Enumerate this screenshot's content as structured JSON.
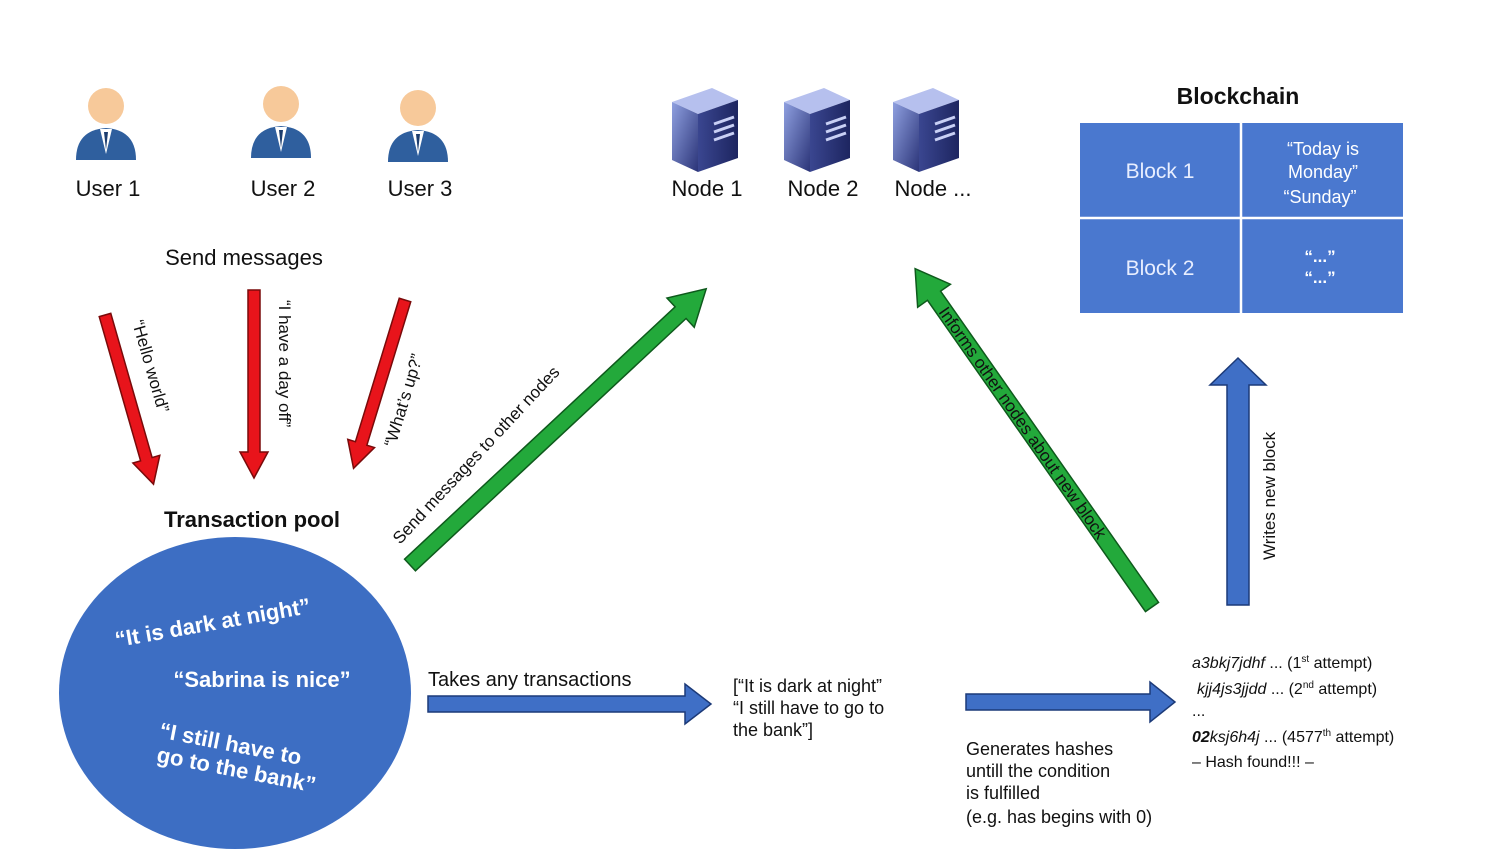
{
  "users": [
    {
      "label": "User 1"
    },
    {
      "label": "User 2"
    },
    {
      "label": "User 3"
    }
  ],
  "nodes": [
    {
      "label": "Node 1"
    },
    {
      "label": "Node 2"
    },
    {
      "label": "Node ..."
    }
  ],
  "send_messages_label": "Send messages",
  "messages": [
    {
      "text": "“Hello world”"
    },
    {
      "text": "“I have a day off”"
    },
    {
      "text": "“What’s up?”"
    }
  ],
  "transaction_pool": {
    "title": "Transaction pool",
    "items": [
      "“It is dark at night”",
      "“Sabrina is nice”",
      "“I still have to",
      "go to the bank”"
    ]
  },
  "send_to_nodes_label": "Send messages to other nodes",
  "informs_label": "Informs other nodes about new block",
  "writes_label": "Writes new block",
  "takes_label": "Takes any transactions",
  "selected_tx": [
    "[“It is dark at night”",
    "“I still have to go to",
    "the bank”]"
  ],
  "generates_label": [
    "Generates hashes",
    "untill the condition",
    "is fulfilled",
    "(e.g. has begins with 0)"
  ],
  "hash_attempts": [
    {
      "hash": "a3bkj7jdhf",
      "rest": " ... (1",
      "sup": "st",
      "tail": " attempt)"
    },
    {
      "hash": "kjj4js3jjdd",
      "rest": " ... (2",
      "sup": "nd",
      "tail": " attempt)"
    },
    {
      "hash": "",
      "rest": "...",
      "sup": "",
      "tail": ""
    },
    {
      "hash_bold": "02",
      "hash": "ksj6h4j",
      "rest": " ... (4577",
      "sup": "th",
      "tail": " attempt)"
    }
  ],
  "hash_found": "– Hash found!!! –",
  "blockchain": {
    "title": "Blockchain",
    "blocks": [
      {
        "name": "Block 1",
        "content": [
          "“Today is",
          "Monday”",
          "“Sunday”"
        ]
      },
      {
        "name": "Block 2",
        "content": [
          "“...”",
          "“...”"
        ]
      }
    ]
  },
  "colors": {
    "red_arrow": "#e8141b",
    "green_arrow": "#23a93b",
    "blue_arrow": "#3f6fc6",
    "pool_fill": "#3d6ec3",
    "block_fill": "#4a78cf",
    "skin": "#f7c99a",
    "suit": "#2f5f9e",
    "server": "#4f5fa8"
  }
}
